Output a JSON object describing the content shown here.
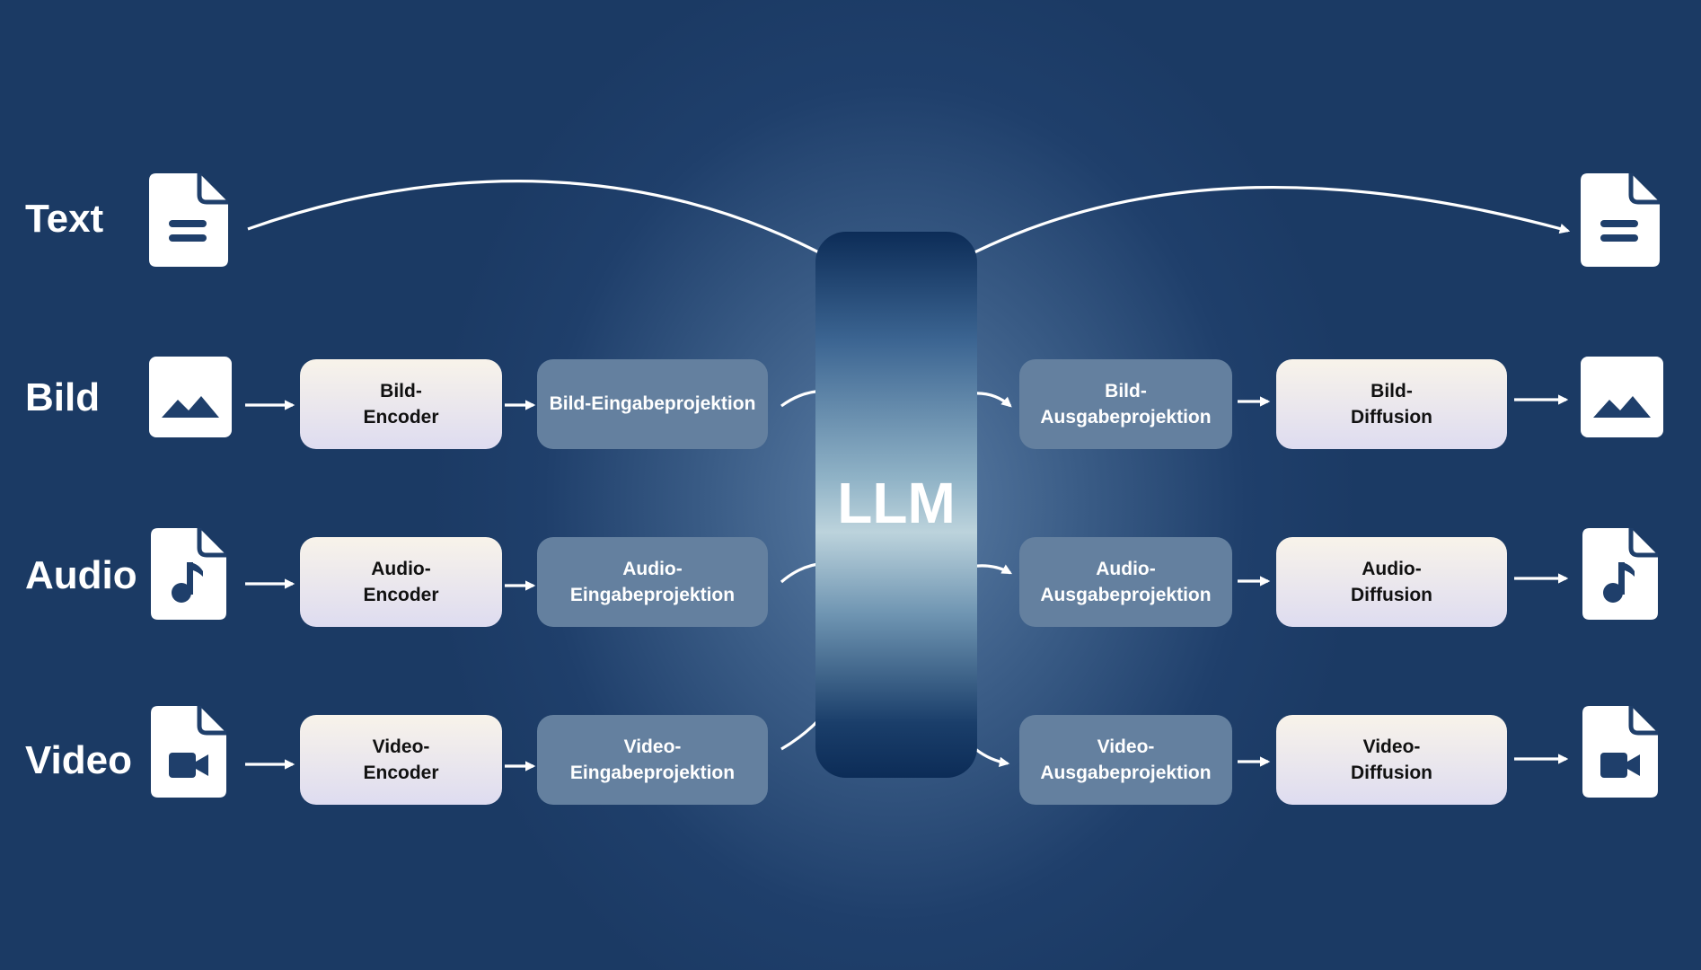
{
  "rows": {
    "text": {
      "label": "Text"
    },
    "image": {
      "label": "Bild"
    },
    "audio": {
      "label": "Audio"
    },
    "video": {
      "label": "Video"
    }
  },
  "llm": {
    "label": "LLM"
  },
  "inputs": {
    "image_encoder": "Bild-\nEncoder",
    "audio_encoder": "Audio-\nEncoder",
    "video_encoder": "Video-\nEncoder",
    "image_projection": "Bild-Eingabeprojektion",
    "audio_projection": "Audio-\nEingabeprojektion",
    "video_projection": "Video-\nEingabeprojektion"
  },
  "outputs": {
    "image_projection": "Bild-\nAusgabeprojektion",
    "audio_projection": "Audio-\nAusgabeprojektion",
    "video_projection": "Video-\nAusgabeprojektion",
    "image_diffusion": "Bild-\nDiffusion",
    "audio_diffusion": "Audio-\nDiffusion",
    "video_diffusion": "Video-\nDiffusion"
  },
  "icons": {
    "text": "document-text-icon",
    "image": "image-icon",
    "audio": "document-music-icon",
    "video": "document-video-icon"
  },
  "colors": {
    "background": "#1f3f6b",
    "box_light": "#f3efe8",
    "box_projection": "#64809f",
    "icon": "#ffffff",
    "arrow": "#ffffff"
  }
}
